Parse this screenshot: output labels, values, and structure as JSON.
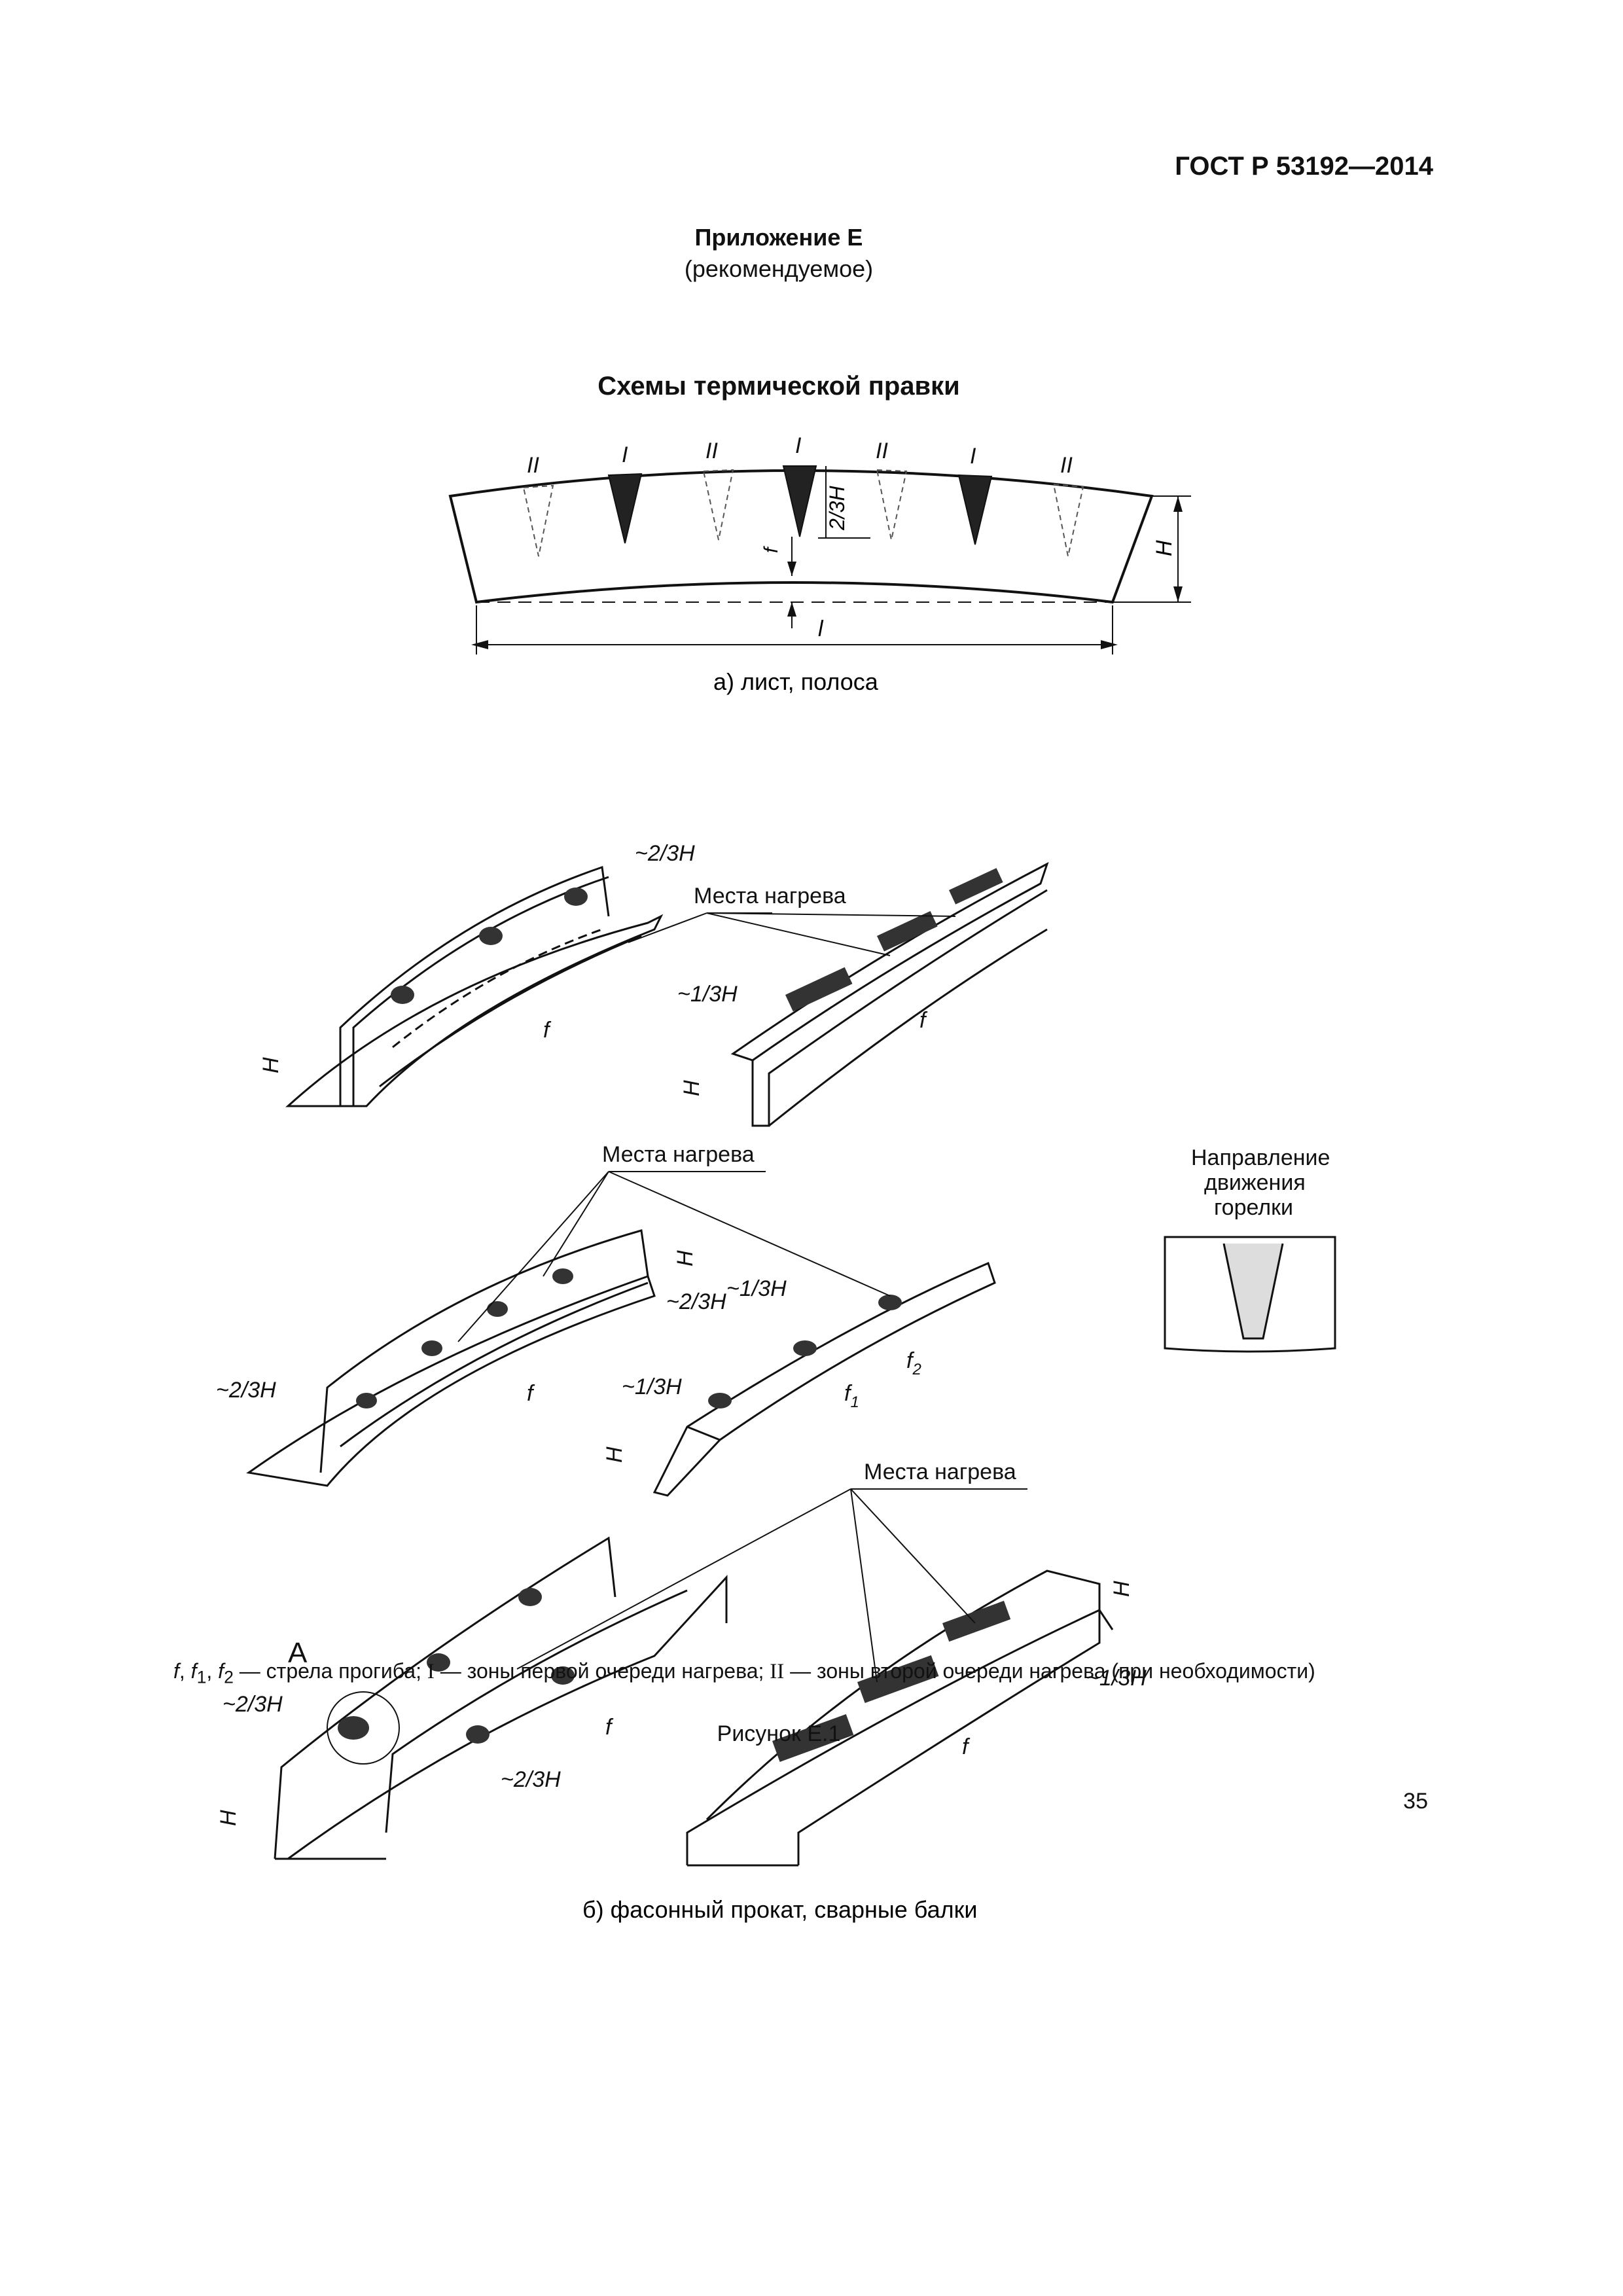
{
  "header": {
    "standard": "ГОСТ Р 53192—2014"
  },
  "appendix": {
    "title": "Приложение Е",
    "status": "(рекомендуемое)"
  },
  "title": "Схемы термической правки",
  "figure_a": {
    "zone_labels": [
      "II",
      "I",
      "II",
      "I",
      "II",
      "I",
      "II"
    ],
    "dim_depth": "2/3H",
    "dim_height": "H",
    "dim_deflection": "f",
    "dim_length": "l",
    "caption": "а) лист, полоса"
  },
  "figure_b": {
    "heating_places": "Места нагрева",
    "burner_direction": [
      "Направление",
      "движения",
      "горелки"
    ],
    "dim_two_thirds": "~2/3H",
    "dim_one_third": "~1/3H",
    "dim_height": "H",
    "dim_f": "f",
    "dim_f1": "f",
    "dim_f1_sub": "1",
    "dim_f2": "f",
    "dim_f2_sub": "2",
    "detail_mark": "А",
    "caption": "б) фасонный прокат, сварные балки"
  },
  "legend": {
    "f": "f",
    "f1": "f",
    "f1_sub": "1",
    "f2": "f",
    "f2_sub": "2",
    "text_deflection": " — стрела прогиба; ",
    "zone_one": "I",
    "text_one": " — зоны первой очереди нагрева; ",
    "zone_two": "II",
    "text_two": " — зоны второй очереди нагрева (при необходимости)"
  },
  "figure_number": "Рисунок Е.1",
  "page_number": "35"
}
